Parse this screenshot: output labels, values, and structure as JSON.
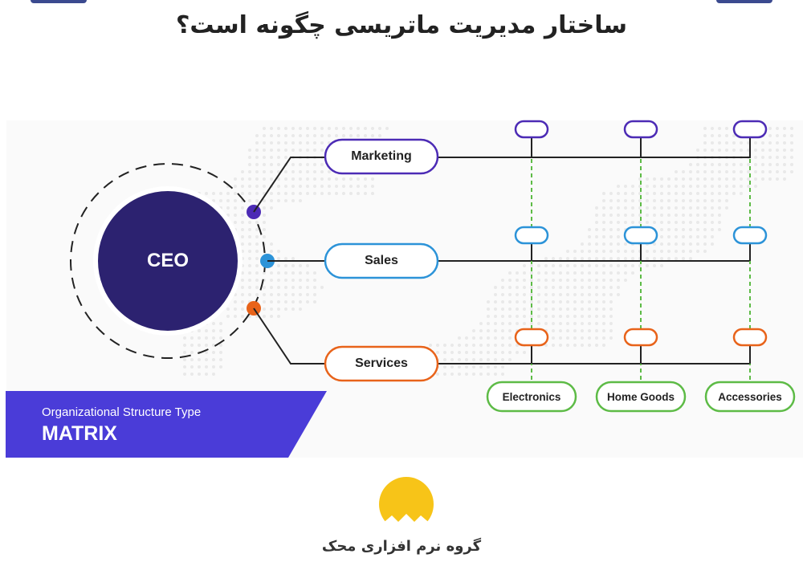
{
  "header": {
    "title": "ساختار مدیریت ماتریسی چگونه است؟"
  },
  "colors": {
    "ceo_fill": "#2c2270",
    "marketing": "#4c2bb5",
    "sales": "#2c93d8",
    "services": "#e8631a",
    "products": "#5dbb46",
    "banner": "#4a3cd8",
    "logo": "#f7c418"
  },
  "diagram": {
    "ceo_label": "CEO",
    "functions": [
      {
        "label": "Marketing",
        "color_key": "marketing"
      },
      {
        "label": "Sales",
        "color_key": "sales"
      },
      {
        "label": "Services",
        "color_key": "services"
      }
    ],
    "products": [
      {
        "label": "Electronics"
      },
      {
        "label": "Home Goods"
      },
      {
        "label": "Accessories"
      }
    ]
  },
  "banner": {
    "subtitle": "Organizational Structure Type",
    "title": "MATRIX"
  },
  "footer": {
    "logo_icon": "sun-logo-icon",
    "company_name": "گروه نرم افزاری محک"
  }
}
